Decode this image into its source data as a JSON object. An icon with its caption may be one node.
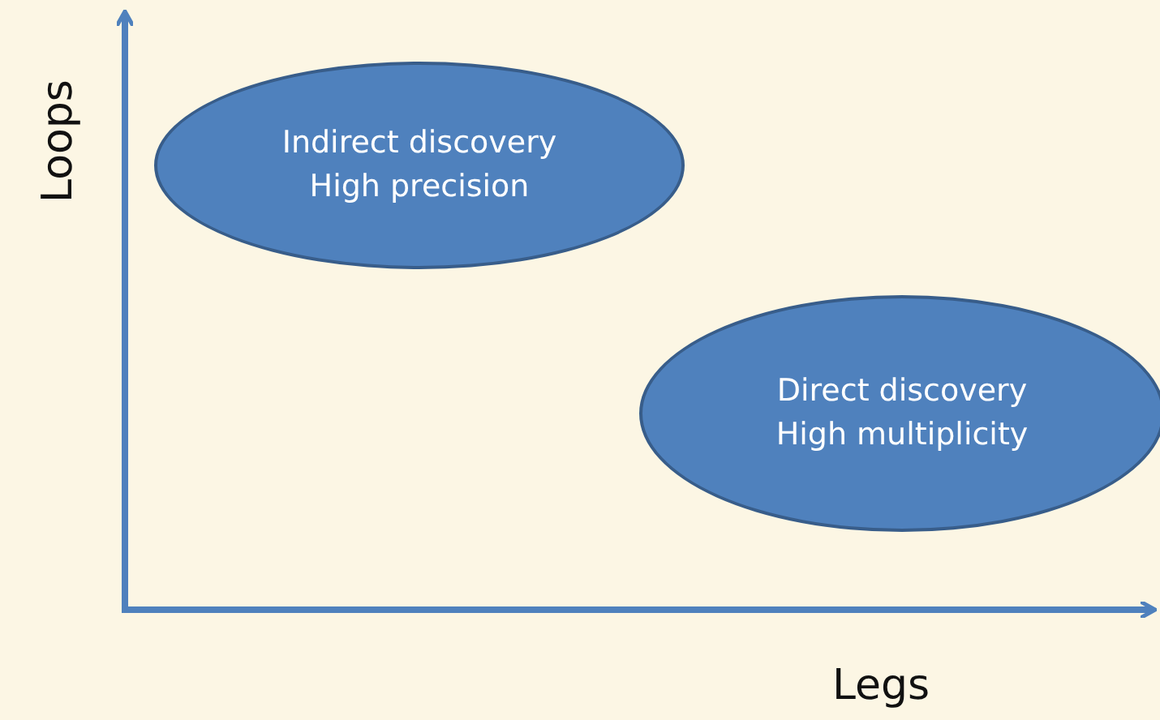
{
  "diagram": {
    "nodes": [
      {
        "text": [
          "Indirect discovery",
          "High precision"
        ]
      },
      {
        "text": [
          "Direct discovery",
          "High multiplicity"
        ]
      }
    ],
    "labels": [
      "Loops",
      "Legs"
    ]
  }
}
